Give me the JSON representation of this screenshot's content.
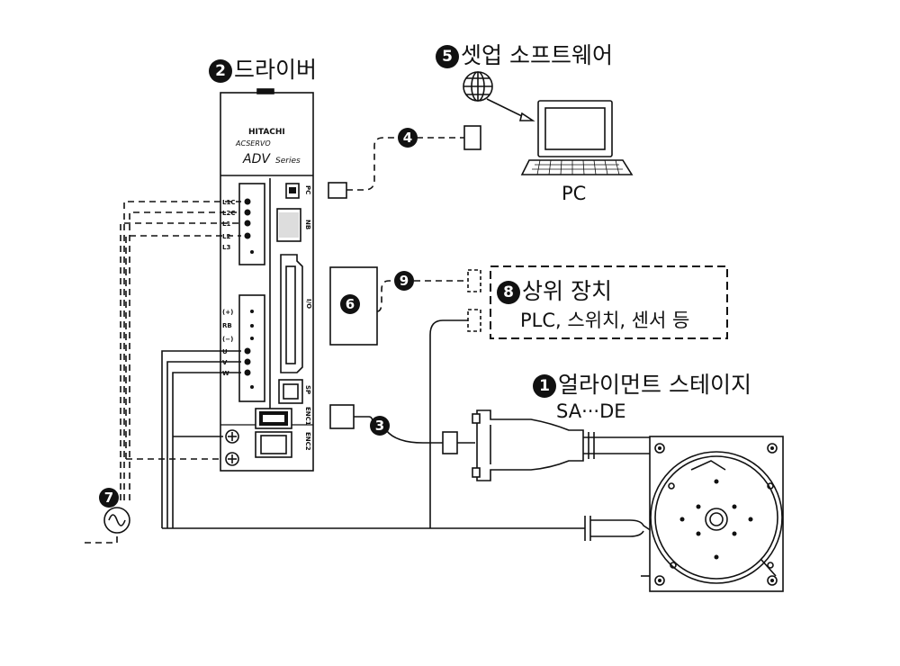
{
  "labels": {
    "driver": {
      "num": "2",
      "text": "드라이버"
    },
    "setup_software": {
      "num": "5",
      "text": "셋업 소프트웨어"
    },
    "pc": "PC",
    "host_device": {
      "num": "8",
      "text": "상위 장치"
    },
    "host_device_examples": "PLC, 스위치, 센서 등",
    "alignment_stage": {
      "num": "1",
      "text": "얼라이먼트 스테이지"
    },
    "stage_model": "SA···DE",
    "callout_3": "3",
    "callout_4": "4",
    "callout_6": "6",
    "callout_7": "7",
    "callout_9": "9"
  },
  "driver_unit": {
    "brand": "HITACHI",
    "series_line": "ACSERVO",
    "series_name": "ADV",
    "series_suffix": "Series",
    "port_pc": "PC",
    "port_nb": "NB",
    "port_io": "I/O",
    "port_sp": "SP",
    "port_enc1": "ENC1",
    "port_enc2": "ENC2",
    "power_terminals": [
      "L1C",
      "L2C",
      "L1",
      "L2",
      "L3"
    ],
    "motor_terminals": [
      "(+)",
      "RB",
      "(−)",
      "U",
      "V",
      "W"
    ]
  },
  "colors": {
    "line": "#111111",
    "body": "#ffffff",
    "badge": "#111111"
  }
}
